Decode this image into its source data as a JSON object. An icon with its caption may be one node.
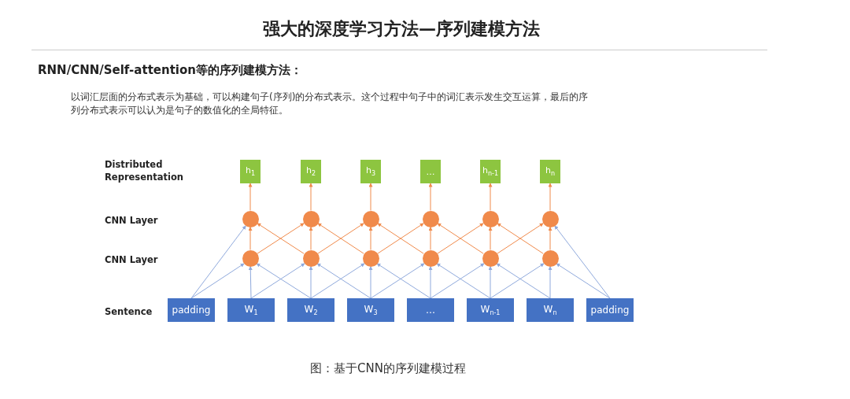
{
  "diagram": {
    "title": "强大的深度学习方法—序列建模方法",
    "caption": "图：基于CNN的序列建模过程",
    "nodes": [
      {
        "text": [
          "h$_{1}$"
        ]
      },
      {
        "text": [
          "h$_{2}$"
        ]
      },
      {
        "text": [
          "h$_{3}$"
        ]
      },
      {
        "text": [
          "…"
        ]
      },
      {
        "text": [
          "h$_{n-1}$"
        ]
      },
      {
        "text": [
          "h$_{n}$"
        ]
      },
      {
        "text": [],
        "shape": "circle"
      },
      {
        "text": [],
        "shape": "circle"
      },
      {
        "text": [],
        "shape": "circle"
      },
      {
        "text": [],
        "shape": "circle"
      },
      {
        "text": [],
        "shape": "circle"
      },
      {
        "text": [],
        "shape": "circle"
      },
      {
        "text": [],
        "shape": "circle"
      },
      {
        "text": [],
        "shape": "circle"
      },
      {
        "text": [],
        "shape": "circle"
      },
      {
        "text": [],
        "shape": "circle"
      },
      {
        "text": [],
        "shape": "circle"
      },
      {
        "text": [],
        "shape": "circle"
      },
      {
        "text": [
          "padding"
        ]
      },
      {
        "text": [
          "W$_{1}$"
        ]
      },
      {
        "text": [
          "W$_{2}$"
        ]
      },
      {
        "text": [
          "W$_{3}$"
        ]
      },
      {
        "text": [
          "…"
        ]
      },
      {
        "text": [
          "W$_{n-1}$"
        ]
      },
      {
        "text": [
          "W$_{n}$"
        ]
      },
      {
        "text": [
          "padding"
        ]
      }
    ],
    "edges": [
      {
        "from": 18,
        "to": 12,
        "arrow": "to",
        "color": "#8fa9dc"
      },
      {
        "from": 19,
        "to": 12,
        "arrow": "to",
        "color": "#8fa9dc"
      },
      {
        "from": 20,
        "to": 12,
        "arrow": "to",
        "color": "#8fa9dc"
      },
      {
        "from": 19,
        "to": 13,
        "arrow": "to",
        "color": "#8fa9dc"
      },
      {
        "from": 20,
        "to": 13,
        "arrow": "to",
        "color": "#8fa9dc"
      },
      {
        "from": 21,
        "to": 13,
        "arrow": "to",
        "color": "#8fa9dc"
      },
      {
        "from": 20,
        "to": 14,
        "arrow": "to",
        "color": "#8fa9dc"
      },
      {
        "from": 21,
        "to": 14,
        "arrow": "to",
        "color": "#8fa9dc"
      },
      {
        "from": 22,
        "to": 14,
        "arrow": "to",
        "color": "#8fa9dc"
      },
      {
        "from": 21,
        "to": 15,
        "arrow": "to",
        "color": "#8fa9dc"
      },
      {
        "from": 22,
        "to": 15,
        "arrow": "to",
        "color": "#8fa9dc"
      },
      {
        "from": 23,
        "to": 15,
        "arrow": "to",
        "color": "#8fa9dc"
      },
      {
        "from": 22,
        "to": 16,
        "arrow": "to",
        "color": "#8fa9dc"
      },
      {
        "from": 23,
        "to": 16,
        "arrow": "to",
        "color": "#8fa9dc"
      },
      {
        "from": 24,
        "to": 16,
        "arrow": "to",
        "color": "#8fa9dc"
      },
      {
        "from": 23,
        "to": 17,
        "arrow": "to",
        "color": "#8fa9dc"
      },
      {
        "from": 24,
        "to": 17,
        "arrow": "to",
        "color": "#8fa9dc"
      },
      {
        "from": 25,
        "to": 17,
        "arrow": "to",
        "color": "#8fa9dc"
      },
      {
        "from": 18,
        "to": 6,
        "arrow": "to",
        "color": "#8fa9dc"
      },
      {
        "from": 12,
        "to": 6,
        "arrow": "to"
      },
      {
        "from": 13,
        "to": 6,
        "arrow": "to"
      },
      {
        "from": 12,
        "to": 7,
        "arrow": "to"
      },
      {
        "from": 13,
        "to": 7,
        "arrow": "to"
      },
      {
        "from": 14,
        "to": 7,
        "arrow": "to"
      },
      {
        "from": 13,
        "to": 8,
        "arrow": "to"
      },
      {
        "from": 14,
        "to": 8,
        "arrow": "to"
      },
      {
        "from": 15,
        "to": 8,
        "arrow": "to"
      },
      {
        "from": 14,
        "to": 9,
        "arrow": "to"
      },
      {
        "from": 15,
        "to": 9,
        "arrow": "to"
      },
      {
        "from": 16,
        "to": 9,
        "arrow": "to"
      },
      {
        "from": 15,
        "to": 10,
        "arrow": "to"
      },
      {
        "from": 16,
        "to": 10,
        "arrow": "to"
      },
      {
        "from": 17,
        "to": 10,
        "arrow": "to"
      },
      {
        "from": 16,
        "to": 11,
        "arrow": "to"
      },
      {
        "from": 17,
        "to": 11,
        "arrow": "to"
      },
      {
        "from": 25,
        "to": 11,
        "arrow": "to",
        "color": "#8fa9dc"
      },
      {
        "from": 6,
        "to": 0,
        "arrow": "to"
      },
      {
        "from": 7,
        "to": 1,
        "arrow": "to"
      },
      {
        "from": 8,
        "to": 2,
        "arrow": "to"
      },
      {
        "from": 9,
        "to": 3,
        "arrow": "to"
      },
      {
        "from": 10,
        "to": 4,
        "arrow": "to"
      },
      {
        "from": 11,
        "to": 5,
        "arrow": "to"
      }
    ],
    "labels": [
      "RNN/CNN/Self-attention等的序列建模方法：",
      "以词汇层面的分布式表示为基础，可以构建句子(序列)的分布式表示。这个过程中句子中的词汇表示发生交互运算，最后的序列分布式表示可以认为是句子的数值化的全局特征。",
      "Distributed Representation",
      "CNN Layer",
      "CNN Layer",
      "Sentence"
    ]
  }
}
